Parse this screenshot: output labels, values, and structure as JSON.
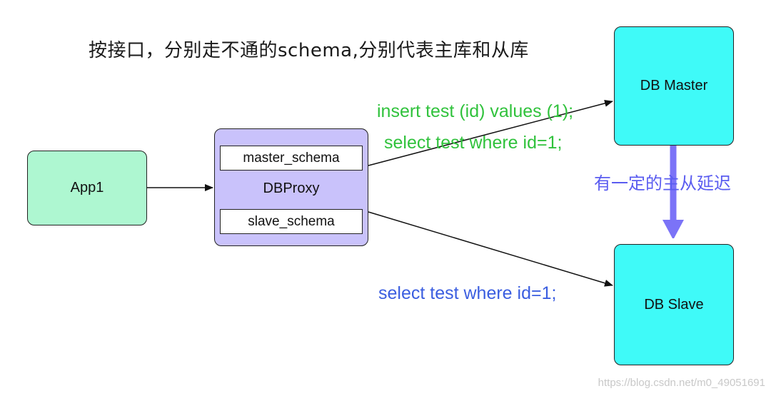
{
  "heading": "按接口，分别走不通的schema,分别代表主库和从库",
  "nodes": {
    "app": {
      "label": "App1"
    },
    "proxy": {
      "label": "DBProxy",
      "master_schema": "master_schema",
      "slave_schema": "slave_schema"
    },
    "master": {
      "label": "DB Master"
    },
    "slave": {
      "label": "DB Slave"
    }
  },
  "edges": {
    "master_sql": {
      "insert": "insert test (id) values (1);",
      "select": "select test where id=1;"
    },
    "slave_sql": "select test where id=1;",
    "replication_lag": "有一定的主从延迟"
  },
  "watermark": "https://blog.csdn.net/m0_49051691",
  "colors": {
    "app_fill": "#aef7d1",
    "proxy_fill": "#c9c2fb",
    "db_fill": "#3ffaf8",
    "green_text": "#30c23c",
    "blue_text": "#3b5ee0",
    "lag_arrow": "#7b73f7"
  }
}
